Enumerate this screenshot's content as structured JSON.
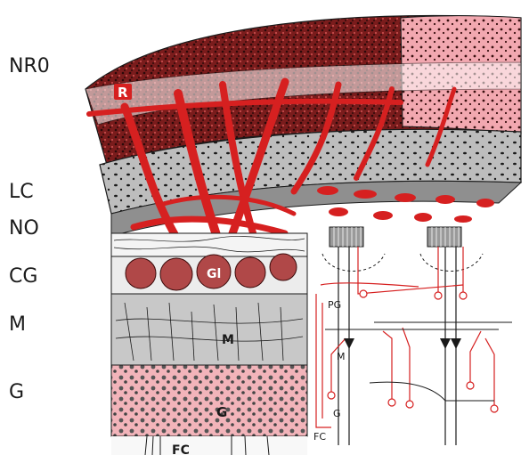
{
  "side_labels": {
    "nro": "NR0",
    "lc": "LC",
    "no": "NO",
    "cg": "CG",
    "m": "M",
    "g": "G"
  },
  "inner_labels": {
    "r": "R",
    "gl": "Gl",
    "m": "M",
    "g": "G",
    "fc": "FC",
    "pg_schematic": "PG",
    "m_schematic": "M",
    "g_schematic": "G",
    "fc_schematic": "FC"
  },
  "colors": {
    "vessel_red": "#d62020",
    "pink": "#f2a8b0",
    "gray_bone": "#bdbdbd",
    "gray_layer": "#c8c8c8",
    "ink": "#1a1a1a"
  }
}
